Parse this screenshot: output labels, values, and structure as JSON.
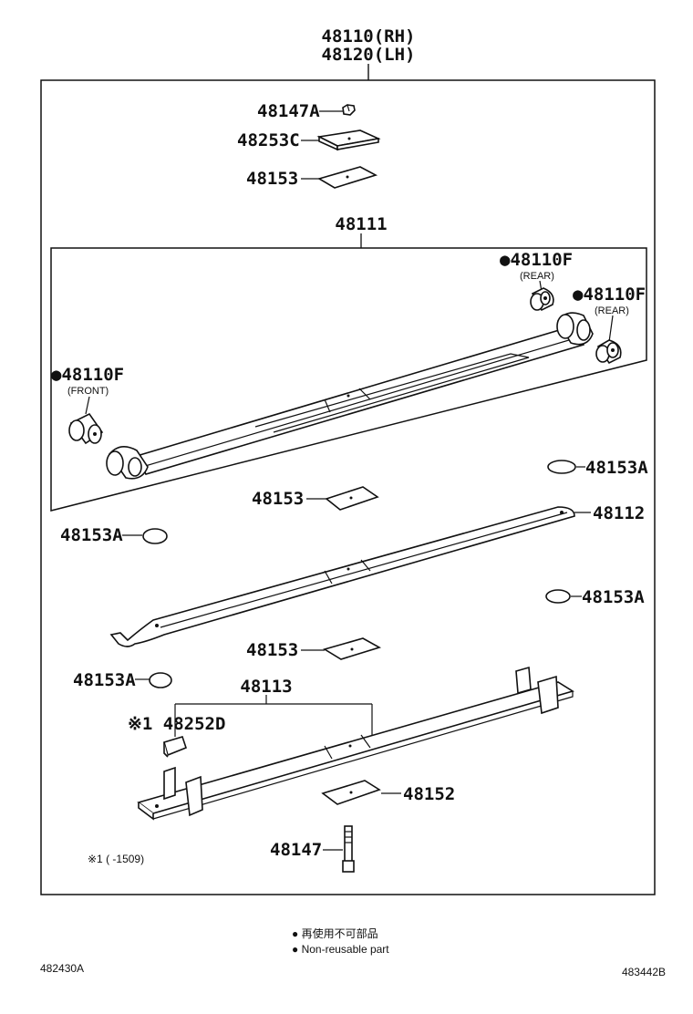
{
  "title": {
    "rh": "48110(RH)",
    "lh": "48120(LH)"
  },
  "labels": {
    "p48147A": "48147A",
    "p48253C": "48253C",
    "p48153_top": "48153",
    "p48111": "48111",
    "p48110F_rear1": "●48110F",
    "rear1": "(REAR)",
    "p48110F_rear2": "●48110F",
    "rear2": "(REAR)",
    "p48110F_front": "●48110F",
    "front": "(FRONT)",
    "p48153A_1": "48153A",
    "p48153_mid": "48153",
    "p48153A_2": "48153A",
    "p48112": "48112",
    "p48153A_3": "48153A",
    "p48153_low": "48153",
    "p48153A_4": "48153A",
    "p48113": "48113",
    "p48252D": "※1 48252D",
    "p48152": "48152",
    "p48147": "48147",
    "footnote": "※1 (      -1509)"
  },
  "legend": {
    "jp": "● 再使用不可部品",
    "en": "● Non-reusable part"
  },
  "codes": {
    "left": "482430A",
    "right": "483442B"
  }
}
